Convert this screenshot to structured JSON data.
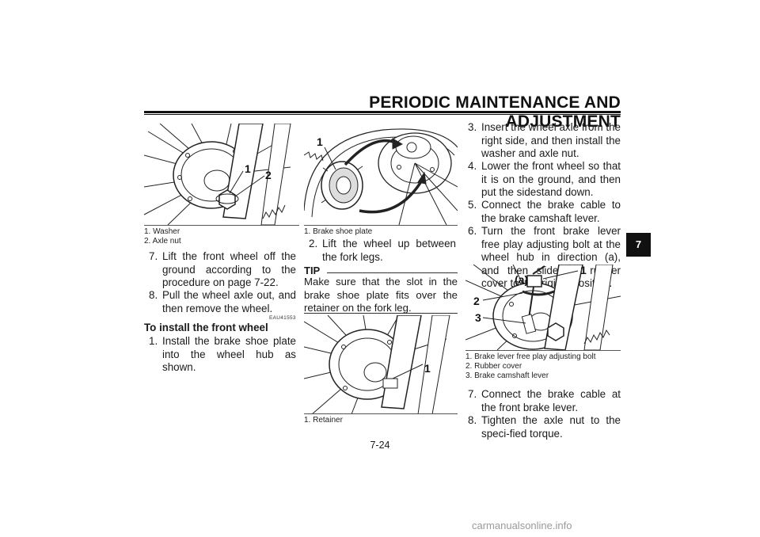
{
  "header": {
    "title": "PERIODIC MAINTENANCE AND ADJUSTMENT"
  },
  "section_tab": "7",
  "page_number": "7-24",
  "watermark": "carmanualsonline.info",
  "col1": {
    "figure": {
      "callouts": [
        "1",
        "2"
      ]
    },
    "captions": [
      "1.  Washer",
      "2.  Axle nut"
    ],
    "steps": [
      {
        "num": "7.",
        "text": "Lift the front wheel off the ground according to the procedure on page 7-22."
      },
      {
        "num": "8.",
        "text": "Pull the wheel axle out, and then remove the wheel."
      }
    ],
    "code": "EAU41553",
    "heading": "To install the front wheel",
    "install_steps": [
      {
        "num": "1.",
        "text": "Install the brake shoe plate into the wheel hub as shown."
      }
    ]
  },
  "col2": {
    "figure1": {
      "callouts": [
        "1"
      ]
    },
    "captions1": [
      "1.  Brake shoe plate"
    ],
    "steps": [
      {
        "num": "2.",
        "text": "Lift the wheel up between the fork legs."
      }
    ],
    "tip": {
      "label": "TIP",
      "text": "Make sure that the slot in the brake shoe plate fits over the retainer on the fork leg."
    },
    "figure2": {
      "callouts": [
        "1"
      ]
    },
    "captions2": [
      "1.  Retainer"
    ]
  },
  "col3": {
    "steps": [
      {
        "num": "3.",
        "text": "Insert the wheel axle from the right side, and then install the washer and axle nut."
      },
      {
        "num": "4.",
        "text": "Lower the front wheel so that it is on the ground, and then put the sidestand down."
      },
      {
        "num": "5.",
        "text": "Connect the brake cable to the brake camshaft lever."
      },
      {
        "num": "6.",
        "text": "Turn the front brake lever free play adjusting bolt at the wheel hub in direction (a), and then slide the rubber cover to its original position."
      }
    ],
    "figure": {
      "callouts": [
        "(a)",
        "1",
        "2",
        "3"
      ]
    },
    "captions": [
      "1.  Brake lever free play adjusting bolt",
      "2.  Rubber cover",
      "3.  Brake camshaft lever"
    ],
    "steps2": [
      {
        "num": "7.",
        "text": "Connect the brake cable at the front brake lever."
      },
      {
        "num": "8.",
        "text": "Tighten the axle nut to the speci-fied torque."
      }
    ]
  }
}
